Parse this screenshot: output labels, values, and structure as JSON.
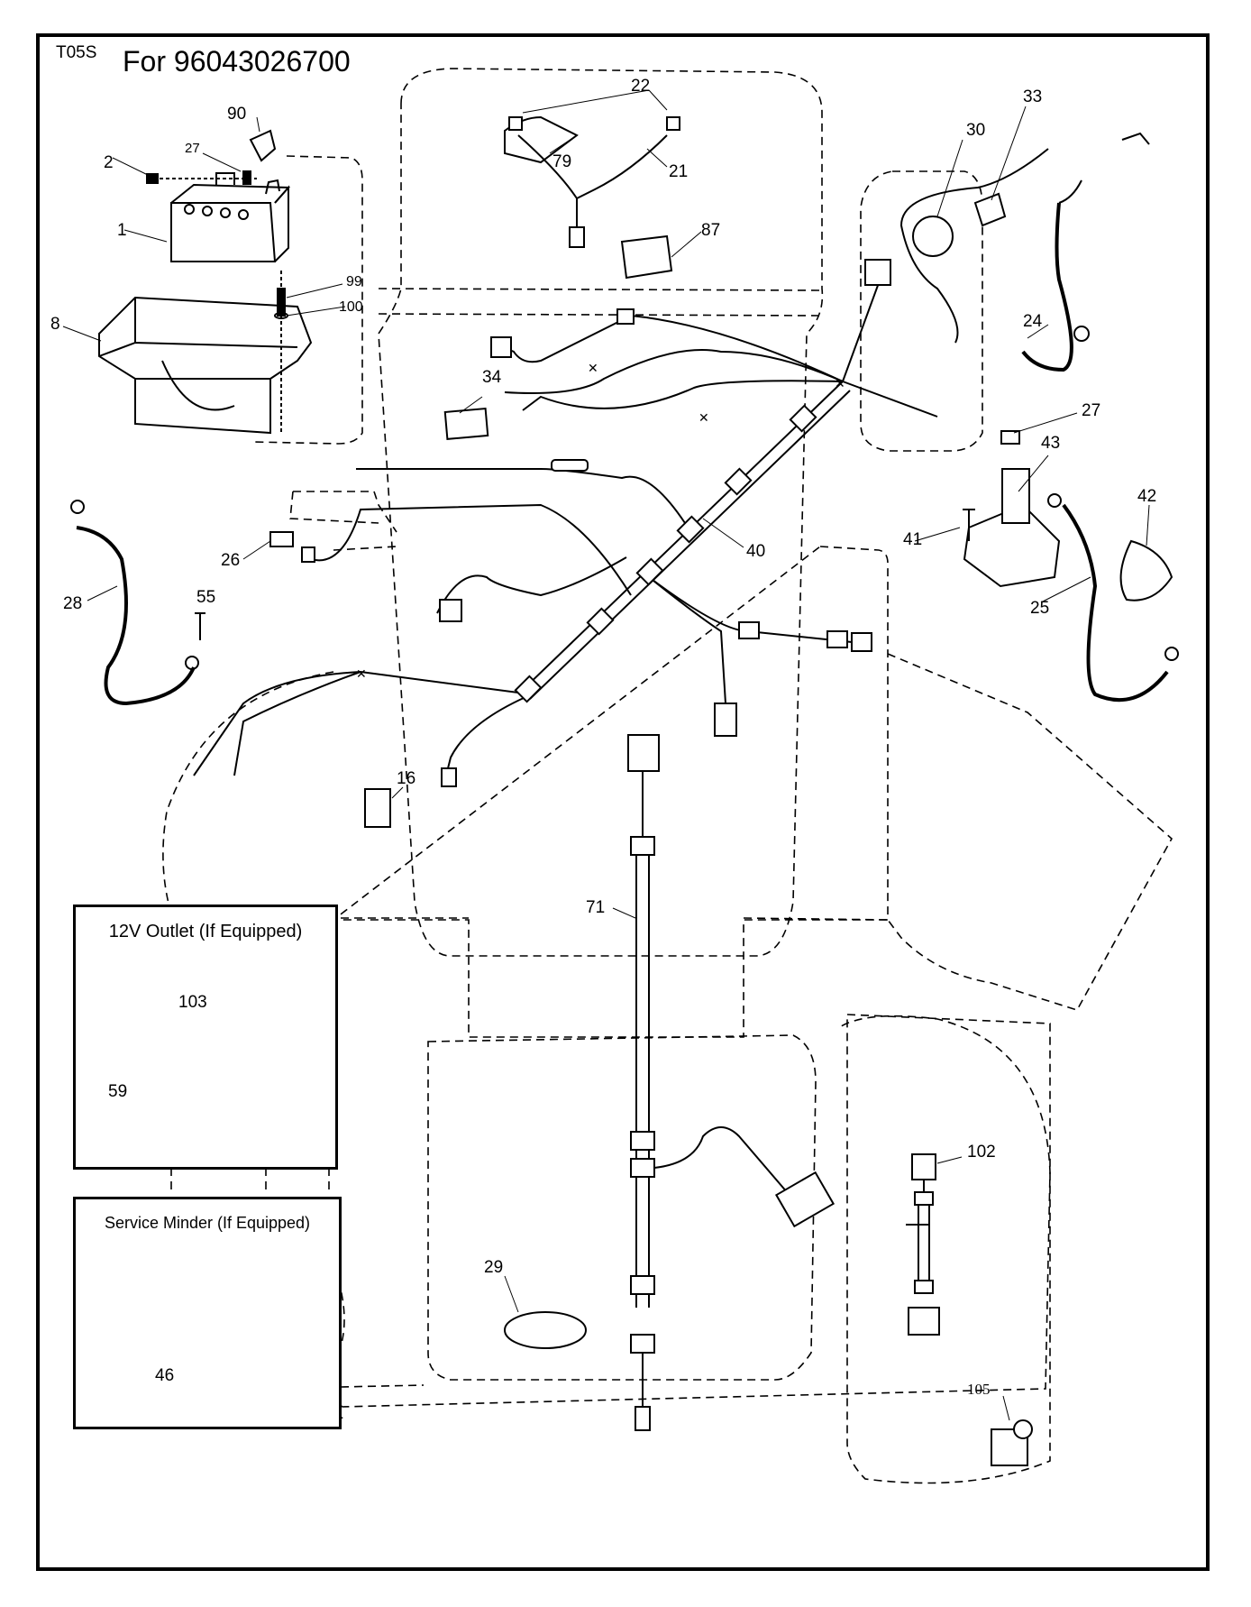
{
  "header": {
    "code": "T05S",
    "title": "For 96043026700"
  },
  "insets": {
    "outlet": {
      "title": "12V Outlet (If Equipped)"
    },
    "service_minder": {
      "title": "Service Minder (If Equipped)"
    }
  },
  "callouts": {
    "c1": "1",
    "c2": "2",
    "c8": "8",
    "c16": "16",
    "c21": "21",
    "c22": "22",
    "c24": "24",
    "c25": "25",
    "c26": "26",
    "c27a": "27",
    "c27b": "27",
    "c28": "28",
    "c29": "29",
    "c30": "30",
    "c33": "33",
    "c34": "34",
    "c40": "40",
    "c41": "41",
    "c42": "42",
    "c43": "43",
    "c46": "46",
    "c55": "55",
    "c59": "59",
    "c71": "71",
    "c79": "79",
    "c87": "87",
    "c90": "90",
    "c99": "99",
    "c100": "100",
    "c102": "102",
    "c103": "103",
    "c105": "105"
  }
}
